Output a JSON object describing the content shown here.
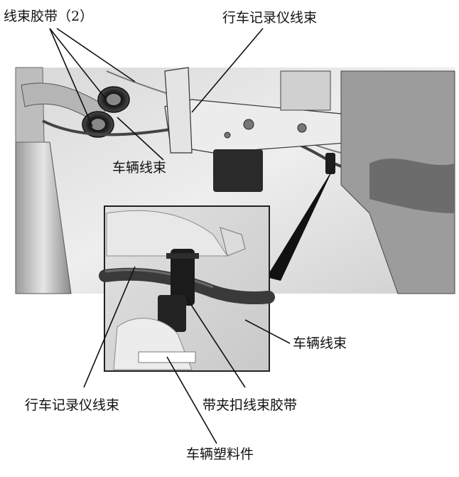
{
  "labels": {
    "harness_tape_2": "线束胶带（2）",
    "recorder_harness_top": "行车记录仪线束",
    "vehicle_harness_upper": "车辆线束",
    "vehicle_harness_right": "车辆线束",
    "recorder_harness_bottom": "行车记录仪线束",
    "clip_tape": "带夹扣线束胶带",
    "vehicle_plastic_part": "车辆塑料件"
  }
}
